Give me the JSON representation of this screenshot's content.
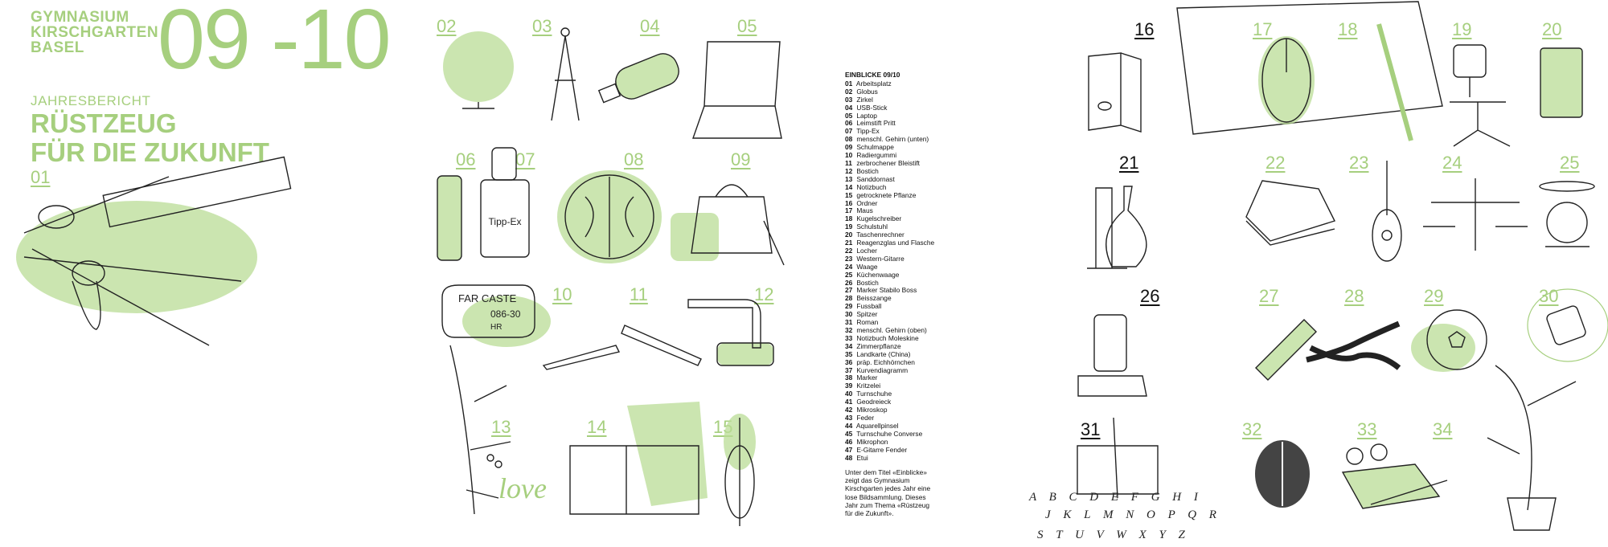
{
  "header": {
    "school_lines": [
      "GYMNASIUM",
      "KIRSCHGARTEN",
      "BASEL"
    ],
    "year": "09 -10",
    "subtitle": "JAHRESBERICHT",
    "headline_lines": [
      "RÜSTZEUG",
      "FÜR DIE ZUKUNFT"
    ]
  },
  "labels": {
    "n01": "01",
    "n02": "02",
    "n03": "03",
    "n04": "04",
    "n05": "05",
    "n06": "06",
    "n07": "07",
    "n08": "08",
    "n09": "09",
    "n10": "10",
    "n11": "11",
    "n12": "12",
    "n13": "13",
    "n14": "14",
    "n15": "15",
    "n16": "16",
    "n17": "17",
    "n18": "18",
    "n19": "19",
    "n20": "20",
    "n21": "21",
    "n22": "22",
    "n23": "23",
    "n24": "24",
    "n25": "25",
    "n26": "26",
    "n27": "27",
    "n28": "28",
    "n29": "29",
    "n30": "30",
    "n31": "31",
    "n32": "32",
    "n33": "33",
    "n34": "34"
  },
  "illustration_text": {
    "eraser_brand": "FAR CASTE",
    "eraser_code": "086-30",
    "eraser_hb": "HR",
    "love": "love",
    "correction_fluid": "Tipp-Ex",
    "alphabet_row1": "A B C D E F G H I",
    "alphabet_row2": "J K L M N O P Q R",
    "alphabet_row3": "S T U V W X Y Z"
  },
  "index": {
    "title": "EINBLICKE 09/10",
    "items": [
      {
        "n": "01",
        "t": "Arbeitsplatz"
      },
      {
        "n": "02",
        "t": "Globus"
      },
      {
        "n": "03",
        "t": "Zirkel"
      },
      {
        "n": "04",
        "t": "USB-Stick"
      },
      {
        "n": "05",
        "t": "Laptop"
      },
      {
        "n": "06",
        "t": "Leimstift Pritt"
      },
      {
        "n": "07",
        "t": "Tipp-Ex"
      },
      {
        "n": "08",
        "t": "menschl. Gehirn (unten)"
      },
      {
        "n": "09",
        "t": "Schulmappe"
      },
      {
        "n": "10",
        "t": "Radiergummi"
      },
      {
        "n": "11",
        "t": "zerbrochener Bleistift"
      },
      {
        "n": "12",
        "t": "Bostich"
      },
      {
        "n": "13",
        "t": "Sanddornast"
      },
      {
        "n": "14",
        "t": "Notizbuch"
      },
      {
        "n": "15",
        "t": "getrocknete Pflanze"
      },
      {
        "n": "16",
        "t": "Ordner"
      },
      {
        "n": "17",
        "t": "Maus"
      },
      {
        "n": "18",
        "t": "Kugelschreiber"
      },
      {
        "n": "19",
        "t": "Schulstuhl"
      },
      {
        "n": "20",
        "t": "Taschenrechner"
      },
      {
        "n": "21",
        "t": "Reagenzglas und Flasche"
      },
      {
        "n": "22",
        "t": "Locher"
      },
      {
        "n": "23",
        "t": "Western-Gitarre"
      },
      {
        "n": "24",
        "t": "Waage"
      },
      {
        "n": "25",
        "t": "Küchenwaage"
      },
      {
        "n": "26",
        "t": "Bostich"
      },
      {
        "n": "27",
        "t": "Marker Stabilo Boss"
      },
      {
        "n": "28",
        "t": "Beisszange"
      },
      {
        "n": "29",
        "t": "Fussball"
      },
      {
        "n": "30",
        "t": "Spitzer"
      },
      {
        "n": "31",
        "t": "Roman"
      },
      {
        "n": "32",
        "t": "menschl. Gehirn (oben)"
      },
      {
        "n": "33",
        "t": "Notizbuch Moleskine"
      },
      {
        "n": "34",
        "t": "Zimmerpflanze"
      },
      {
        "n": "35",
        "t": "Landkarte (China)"
      },
      {
        "n": "36",
        "t": "präp. Eichhörnchen"
      },
      {
        "n": "37",
        "t": "Kurvendiagramm"
      },
      {
        "n": "38",
        "t": "Marker"
      },
      {
        "n": "39",
        "t": "Kritzelei"
      },
      {
        "n": "40",
        "t": "Turnschuhe"
      },
      {
        "n": "41",
        "t": "Geodreieck"
      },
      {
        "n": "42",
        "t": "Mikroskop"
      },
      {
        "n": "43",
        "t": "Feder"
      },
      {
        "n": "44",
        "t": "Aquarellpinsel"
      },
      {
        "n": "45",
        "t": "Turnschuhe Converse"
      },
      {
        "n": "46",
        "t": "Mikrophon"
      },
      {
        "n": "47",
        "t": "E-Gitarre Fender"
      },
      {
        "n": "48",
        "t": "Etui"
      }
    ],
    "note": "Unter dem Titel «Einblicke» zeigt das Gymnasium Kirschgarten jedes Jahr eine lose Bildsammlung. Dieses Jahr zum Thema «Rüstzeug für die Zukunft»."
  },
  "colors": {
    "accent": "#a6cf7e",
    "ink": "#111111"
  }
}
